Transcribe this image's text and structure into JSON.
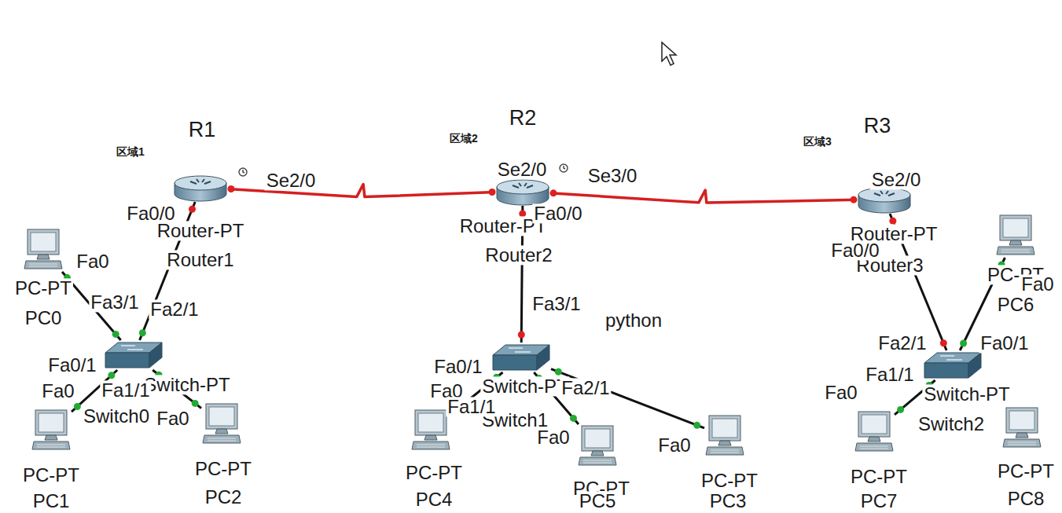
{
  "diagram": {
    "nodes": [
      {
        "text": [
          "Router-PT",
          "Router1"
        ]
      },
      {
        "text": [
          "Switch-PT",
          "Switch0"
        ]
      },
      {
        "text": [
          "PC-PT",
          "PC0"
        ]
      },
      {
        "text": [
          "PC-PT",
          "PC1"
        ]
      },
      {
        "text": [
          "PC-PT",
          "PC2"
        ]
      },
      {
        "text": [
          "Router-PT",
          "Router2"
        ]
      },
      {
        "text": [
          "Switch-PT",
          "Switch1"
        ]
      },
      {
        "text": [
          "PC-PT",
          "PC4"
        ]
      },
      {
        "text": [
          "PC-PT",
          "PC5"
        ]
      },
      {
        "text": [
          "PC-PT",
          "PC3"
        ]
      },
      {
        "text": [
          "Router-PT",
          "Router3"
        ]
      },
      {
        "text": [
          "Switch-PT",
          "Switch2"
        ]
      },
      {
        "text": [
          "PC-PT",
          "PC6"
        ]
      },
      {
        "text": [
          "PC-PT",
          "PC7"
        ]
      },
      {
        "text": [
          "PC-PT",
          "PC8"
        ]
      }
    ],
    "edges": [
      {
        "from": 0,
        "to": 5,
        "arrow": "none"
      },
      {
        "from": 5,
        "to": 10,
        "arrow": "none"
      },
      {
        "from": 0,
        "to": 1,
        "arrow": "none"
      },
      {
        "from": 1,
        "to": 2,
        "arrow": "none"
      },
      {
        "from": 1,
        "to": 3,
        "arrow": "none"
      },
      {
        "from": 1,
        "to": 4,
        "arrow": "none"
      },
      {
        "from": 5,
        "to": 6,
        "arrow": "none"
      },
      {
        "from": 6,
        "to": 7,
        "arrow": "none"
      },
      {
        "from": 6,
        "to": 8,
        "arrow": "none"
      },
      {
        "from": 6,
        "to": 9,
        "arrow": "none"
      },
      {
        "from": 10,
        "to": 11,
        "arrow": "none"
      },
      {
        "from": 11,
        "to": 12,
        "arrow": "none"
      },
      {
        "from": 11,
        "to": 13,
        "arrow": "none"
      }
    ],
    "labels": [
      "R1",
      "区域1",
      "Se2/0",
      "Fa0/0",
      "Fa0",
      "Fa3/1",
      "Fa2/1",
      "Fa0/1",
      "Fa0",
      "Fa1/1",
      "Fa0",
      "R2",
      "区域2",
      "Se2/0",
      "Se3/0",
      "Fa0/0",
      "Fa3/1",
      "python",
      "Fa0/1",
      "Fa0",
      "Fa2/1",
      "Fa1/1",
      "Fa0",
      "Fa0",
      "R3",
      "区域3",
      "Se2/0",
      "Fa0/0",
      "Fa0",
      "Fa2/1",
      "Fa0/1",
      "Fa1/1",
      "Fa0"
    ]
  }
}
